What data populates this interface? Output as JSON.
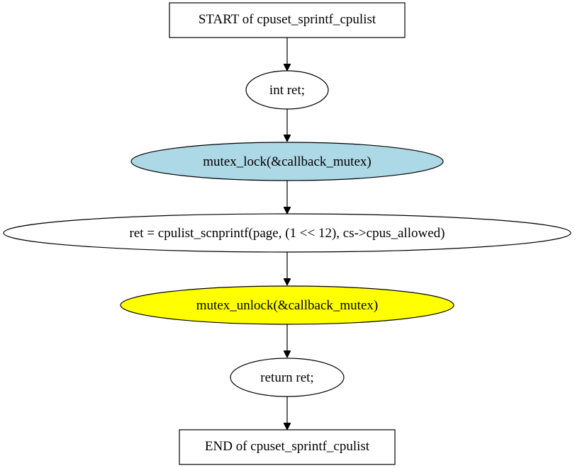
{
  "diagram": {
    "nodes": {
      "start": {
        "label": "START of cpuset_sprintf_cpulist",
        "shape": "box",
        "fill": "#ffffff"
      },
      "decl": {
        "label": "int ret;",
        "shape": "ellipse",
        "fill": "#ffffff"
      },
      "lock": {
        "label": "mutex_lock(&callback_mutex)",
        "shape": "ellipse",
        "fill": "#add8e6"
      },
      "print": {
        "label": "ret = cpulist_scnprintf(page, (1 << 12), cs->cpus_allowed)",
        "shape": "ellipse",
        "fill": "#ffffff"
      },
      "unlock": {
        "label": "mutex_unlock(&callback_mutex)",
        "shape": "ellipse",
        "fill": "#ffff00"
      },
      "ret": {
        "label": "return ret;",
        "shape": "ellipse",
        "fill": "#ffffff"
      },
      "end": {
        "label": "END of cpuset_sprintf_cpulist",
        "shape": "box",
        "fill": "#ffffff"
      }
    },
    "edges": [
      {
        "from": "start",
        "to": "decl"
      },
      {
        "from": "decl",
        "to": "lock"
      },
      {
        "from": "lock",
        "to": "print"
      },
      {
        "from": "print",
        "to": "unlock"
      },
      {
        "from": "unlock",
        "to": "ret"
      },
      {
        "from": "ret",
        "to": "end"
      }
    ]
  }
}
